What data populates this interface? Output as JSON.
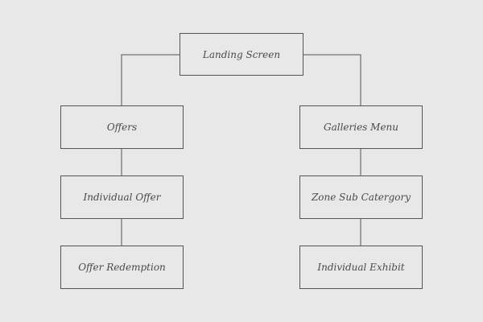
{
  "diagram": {
    "type": "sitemap",
    "colors": {
      "background": "#e8e8e8",
      "line": "#555555",
      "text": "#4a4a4a"
    },
    "nodes": {
      "landing": "Landing Screen",
      "offers": "Offers",
      "galleries_menu": "Galleries Menu",
      "individual_offer": "Individual Offer",
      "zone_sub_category": "Zone Sub Catergory",
      "offer_redemption": "Offer Redemption",
      "individual_exhibit": "Individual Exhibit"
    },
    "edges": [
      [
        "landing",
        "offers"
      ],
      [
        "landing",
        "galleries_menu"
      ],
      [
        "offers",
        "individual_offer"
      ],
      [
        "individual_offer",
        "offer_redemption"
      ],
      [
        "galleries_menu",
        "zone_sub_category"
      ],
      [
        "zone_sub_category",
        "individual_exhibit"
      ]
    ]
  }
}
